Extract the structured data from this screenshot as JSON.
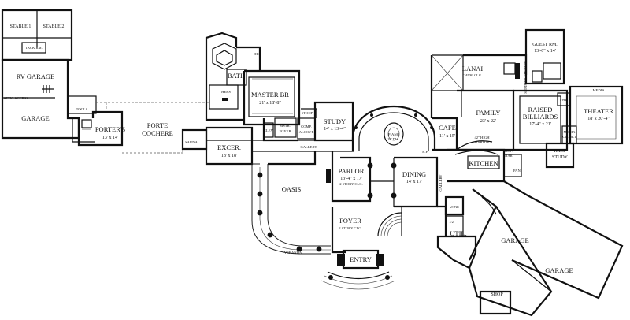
{
  "floor_plan": {
    "rooms": {
      "stable1": "STABLE 1",
      "stable2": "STABLE 2",
      "tack_rm": "TACK RM.",
      "rv_garage": "RV GARAGE",
      "attic_access": "ATTIC ACCESS",
      "garage_left": "GARAGE",
      "tools": "TOOLS",
      "porters": "PORTER'S",
      "porters_size": "13' x 14'",
      "porte": "PORTE",
      "cochere": "COCHERE",
      "sauna": "SAUNA",
      "his": "HIS",
      "bath": "BATH",
      "hers": "HERS",
      "master_br": "MASTER BR",
      "master_br_size": "21' x 18'-8\"",
      "stoop": "STOOP",
      "elev": "ELEV",
      "mstr_foyer_1": "MSTR.",
      "mstr_foyer_2": "FOYER",
      "comp_alcove_1": "COMP.",
      "comp_alcove_2": "ALCOVE",
      "study": "STUDY",
      "study_size": "14' x 13'-4\"",
      "excer": "EXCER.",
      "excer_size": "18' x 18'",
      "gallery": "GALLERY",
      "piano": "PIANO",
      "piano_dia": "19' DIA.",
      "bp": "B.P.",
      "oasis": "OASIS",
      "parlor": "PARLOR",
      "parlor_size": "13'-4\" x 17'",
      "parlor_clg": "2 STORY CLG.",
      "dining": "DINING",
      "dining_size": "14' x 17'",
      "gallery_v": "GALLERY",
      "foyer": "FOYER",
      "foyer_clg": "2 STORY CLG.",
      "veranda": "VERANDA",
      "entry": "ENTRY",
      "lanai": "LANAI",
      "lanai_clg": "CATH. CLG.",
      "guest_rm": "GUEST RM.",
      "guest_rm_size": "13'-6\" x 14'",
      "summer_kitchen": "SUMMER KITCHEN",
      "family": "FAMILY",
      "family_size": "23' x 22'",
      "cafe": "CAFE",
      "cafe_size": "11' x 15'",
      "bar_top_1": "42\" HIGH",
      "bar_top_2": "BARTOP",
      "kitchen": "KITCHEN",
      "pan": "PAN.",
      "bev_bar_1": "BEV.",
      "bev_bar_2": "BAR",
      "raised": "RAISED",
      "billiards": "BILLIARDS",
      "billiards_size": "17'-4\" x 21'",
      "pwd": "PWD",
      "media": "MEDIA",
      "theater": "THEATER",
      "theater_size": "18' x 20'-4\"",
      "media_closet_1": "MEDIA",
      "media_closet_2": "CLOSET",
      "kids": "KIDS'",
      "kids_study": "STUDY",
      "wine": "WINE",
      "half_bath": "1/2",
      "util": "UTIL.",
      "garage_mid": "GARAGE",
      "garage_right": "GARAGE",
      "shop": "SHOP"
    }
  }
}
